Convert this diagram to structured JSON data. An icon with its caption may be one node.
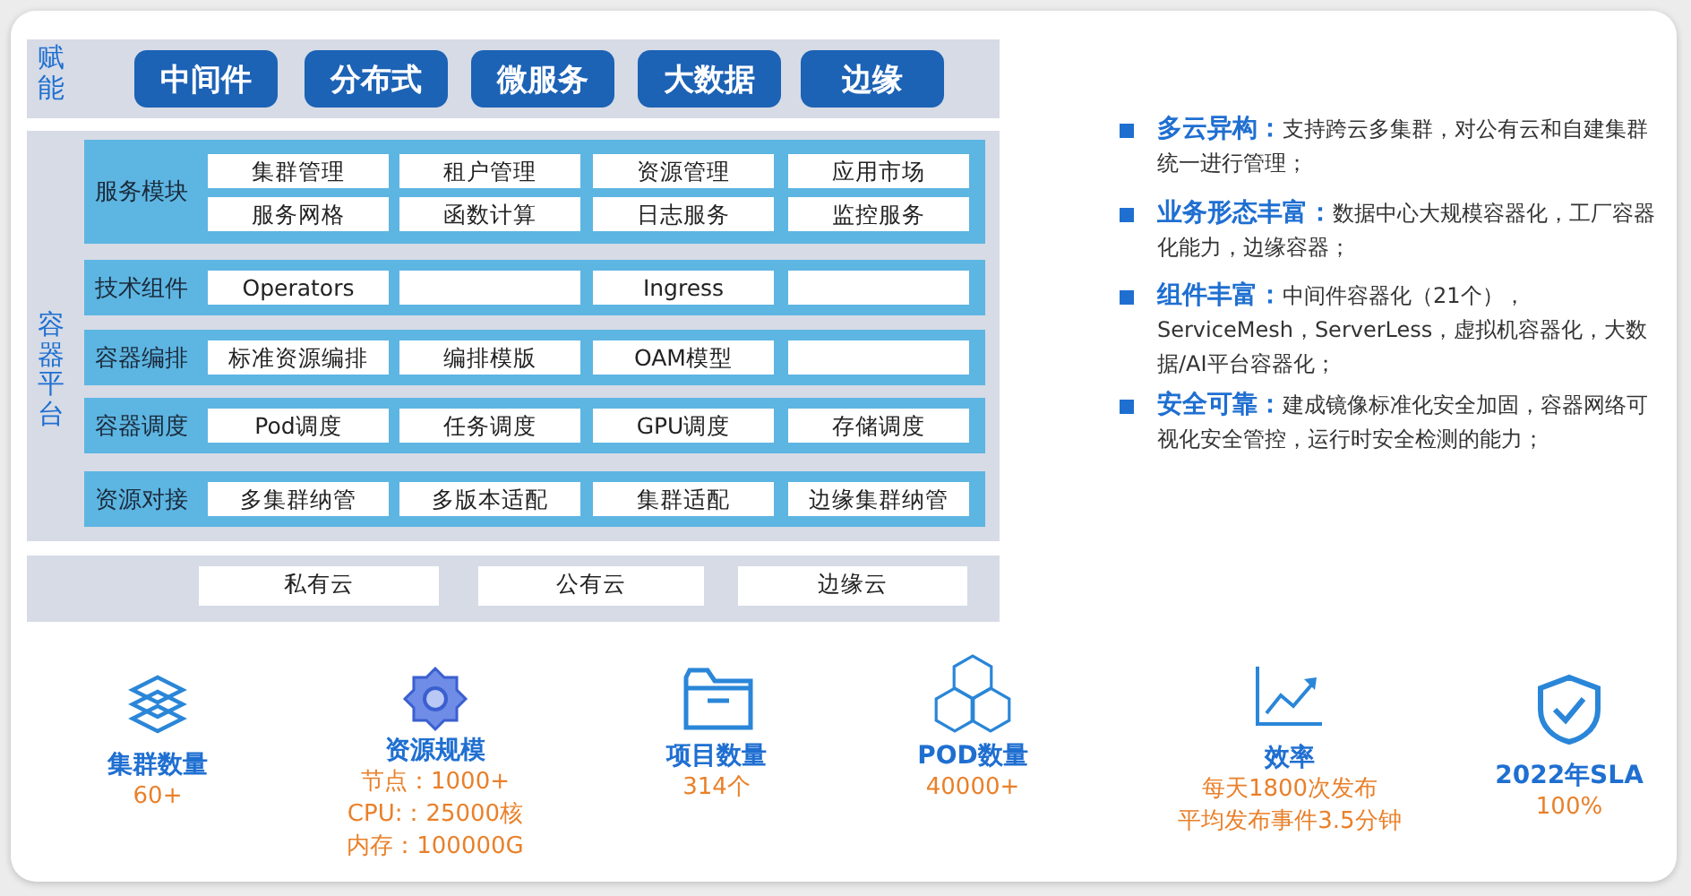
{
  "diagram": {
    "nodes": [
      {
        "text": [
          "赋能"
        ]
      },
      {
        "text": [
          "中间件"
        ],
        "in": 0
      },
      {
        "text": [
          "分布式"
        ],
        "in": 0
      },
      {
        "text": [
          "微服务"
        ],
        "in": 0
      },
      {
        "text": [
          "大数据"
        ],
        "in": 0
      },
      {
        "text": [
          "边缘"
        ],
        "in": 0
      },
      {
        "text": [
          "容器平台"
        ]
      },
      {
        "text": [
          "服务模块"
        ],
        "in": 6
      },
      {
        "text": [
          "集群管理"
        ],
        "in": 7
      },
      {
        "text": [
          "租户管理"
        ],
        "in": 7
      },
      {
        "text": [
          "资源管理"
        ],
        "in": 7
      },
      {
        "text": [
          "应用市场"
        ],
        "in": 7
      },
      {
        "text": [
          "服务网格"
        ],
        "in": 7
      },
      {
        "text": [
          "函数计算"
        ],
        "in": 7
      },
      {
        "text": [
          "日志服务"
        ],
        "in": 7
      },
      {
        "text": [
          "监控服务"
        ],
        "in": 7
      },
      {
        "text": [
          "技术组件"
        ],
        "in": 6
      },
      {
        "text": [
          "Operators"
        ],
        "in": 16
      },
      {
        "text": [],
        "shape": "box",
        "in": 16
      },
      {
        "text": [
          "Ingress"
        ],
        "in": 16
      },
      {
        "text": [],
        "shape": "box",
        "in": 16
      },
      {
        "text": [
          "容器编排"
        ],
        "in": 6
      },
      {
        "text": [
          "标准资源编排"
        ],
        "in": 21
      },
      {
        "text": [
          "编排模版"
        ],
        "in": 21
      },
      {
        "text": [
          "OAM模型"
        ],
        "in": 21
      },
      {
        "text": [],
        "shape": "box",
        "in": 21
      },
      {
        "text": [
          "容器调度"
        ],
        "in": 6
      },
      {
        "text": [
          "Pod调度"
        ],
        "in": 26
      },
      {
        "text": [
          "任务调度"
        ],
        "in": 26
      },
      {
        "text": [
          "GPU调度"
        ],
        "in": 26
      },
      {
        "text": [
          "存储调度"
        ],
        "in": 26
      },
      {
        "text": [
          "资源对接"
        ],
        "in": 6
      },
      {
        "text": [
          "多集群纳管"
        ],
        "in": 31
      },
      {
        "text": [
          "多版本适配"
        ],
        "in": 31
      },
      {
        "text": [
          "集群适配"
        ],
        "in": 31
      },
      {
        "text": [
          "边缘集群纳管"
        ],
        "in": 31
      },
      {
        "text": [],
        "shape": "box"
      },
      {
        "text": [
          "私有云"
        ],
        "in": 36
      },
      {
        "text": [
          "公有云"
        ],
        "in": 36
      },
      {
        "text": [
          "边缘云"
        ],
        "in": 36
      }
    ],
    "labels": [
      "**多云异构：**支持跨云多集群，对公有云和自建集群统一进行管理；",
      "**业务形态丰富：**数据中心大规模容器化，工厂容器化能力，边缘容器；",
      "**组件丰富：**中间件容器化（21个），ServiceMesh，ServerLess，虚拟机容器化，大数据/AI平台容器化；",
      "**安全可靠：**建成镜像标准化安全加固，容器网络可视化安全管控，运行时安全检测的能力；",
      "集群数量",
      "60+",
      "资源规模",
      "节点：1000+",
      "CPU:：25000核",
      "内存：100000G",
      "项目数量",
      "314个",
      "POD数量",
      "40000+",
      "效率",
      "每天1800次发布",
      "平均发布事件3.5分钟",
      "2022年SLA",
      "100%"
    ]
  }
}
